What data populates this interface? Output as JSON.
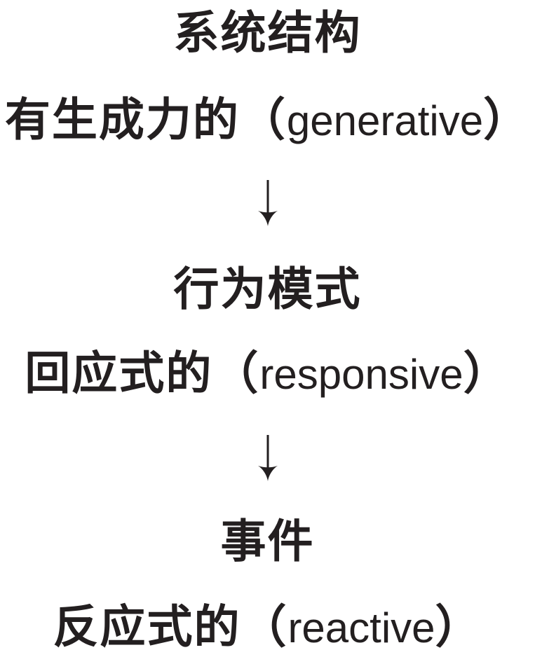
{
  "diagram": {
    "background_color": "#ffffff",
    "text_color": "#231f20",
    "arrow_glyph": "↓",
    "stages": [
      {
        "title": "系统结构",
        "label_zh_open": "有生成力的（",
        "label_en": "generative",
        "label_zh_close": "）"
      },
      {
        "title": "行为模式",
        "label_zh_open": "回应式的（",
        "label_en": "responsive",
        "label_zh_close": "）"
      },
      {
        "title": "事件",
        "label_zh_open": "反应式的（",
        "label_en": "reactive",
        "label_zh_close": "）"
      }
    ]
  }
}
